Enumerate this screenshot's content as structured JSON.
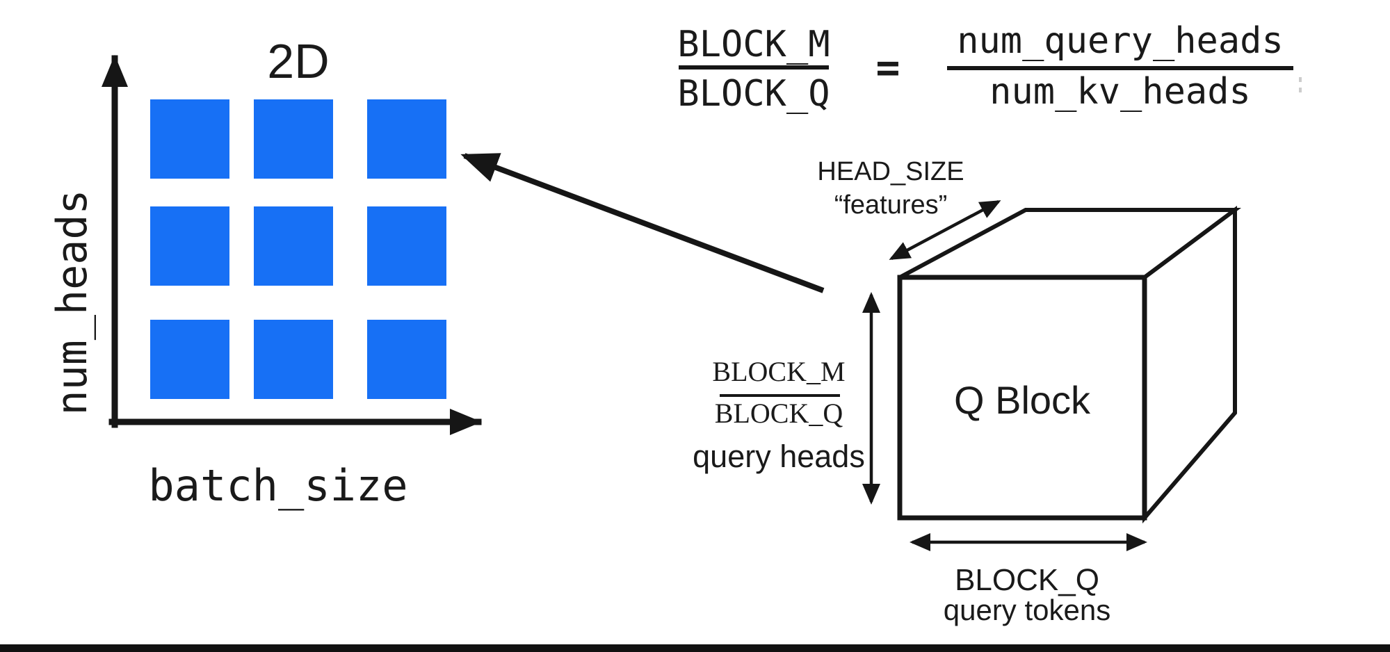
{
  "colors": {
    "block_blue": "#1770F5",
    "ink": "#1A1A1A",
    "line_black": "#161616",
    "artifact_gray": "#9B9B9B",
    "footer_bar": "#111111"
  },
  "grid_plot": {
    "title": "2D",
    "y_axis_label": "num_heads",
    "x_axis_label": "batch_size",
    "rows": 3,
    "cols": 3
  },
  "formula": {
    "lhs_numerator": "BLOCK_M",
    "lhs_denominator": "BLOCK_Q",
    "equals": "=",
    "rhs_numerator": "num_query_heads",
    "rhs_denominator": "num_kv_heads"
  },
  "cube": {
    "label": "Q Block",
    "depth_label": "HEAD_SIZE",
    "depth_sublabel": "“features”",
    "height_numerator": "BLOCK_M",
    "height_denominator": "BLOCK_Q",
    "height_sublabel": "query heads",
    "width_label": "BLOCK_Q",
    "width_sublabel": "query tokens"
  }
}
